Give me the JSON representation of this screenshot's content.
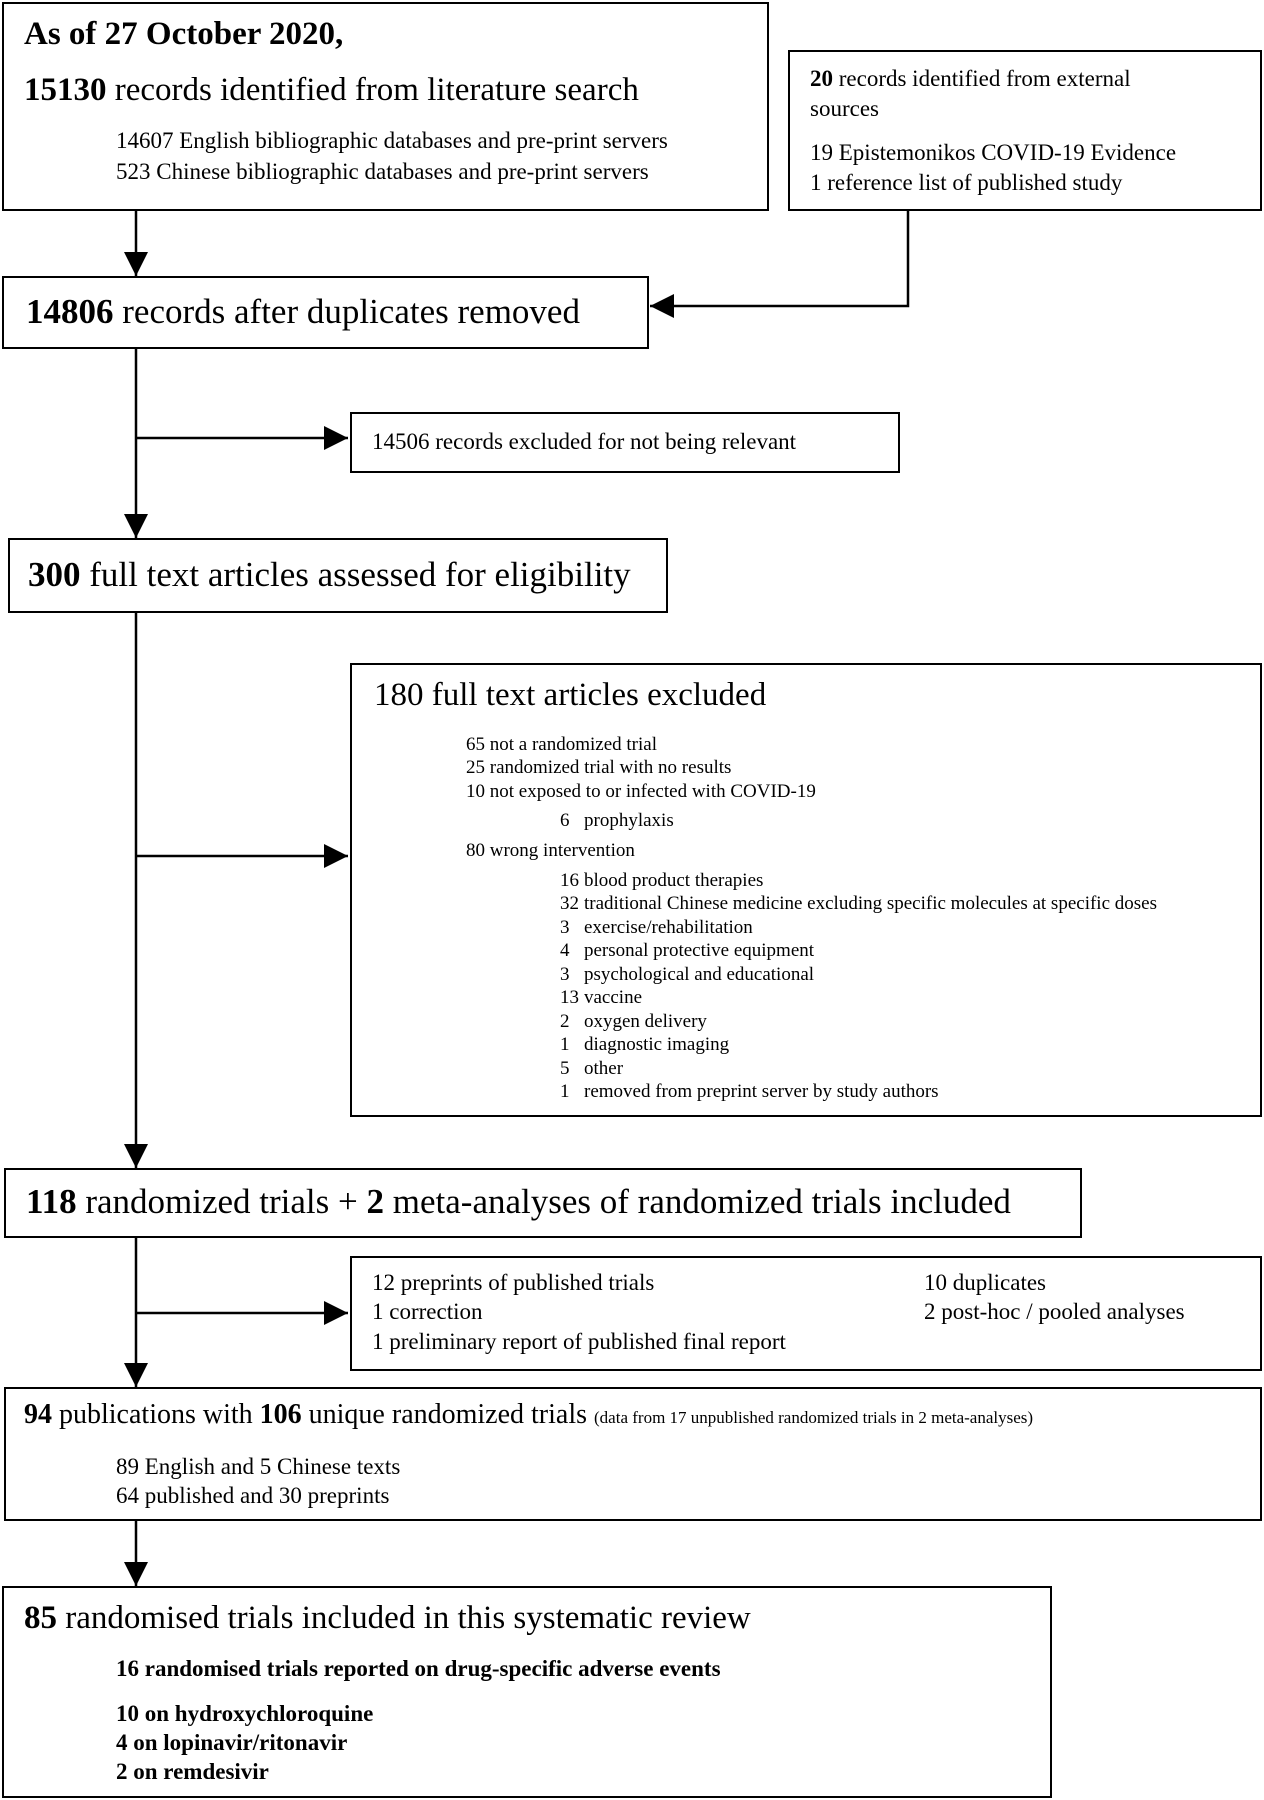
{
  "search": {
    "date_line": "As of 27 October 2020,",
    "count": "15130",
    "label": "records identified from literature search",
    "sub": [
      "14607 English bibliographic databases and pre-print servers",
      "523 Chinese bibliographic databases and pre-print servers"
    ]
  },
  "external": {
    "count": "20",
    "label_1": "records identified from external",
    "label_2": "sources",
    "sub": [
      "19 Epistemonikos COVID-19 Evidence",
      "1 reference list of published study"
    ]
  },
  "dedup": {
    "count": "14806",
    "label": "records after duplicates removed"
  },
  "excluded_records": {
    "text": "14506 records excluded for not being relevant"
  },
  "fulltext": {
    "count": "300",
    "label": "full text articles assessed for eligibility"
  },
  "fulltext_excluded": {
    "title": "180 full text articles excluded",
    "reasons": [
      "65 not a randomized trial",
      "25 randomized trial with no results",
      "10 not exposed to or infected with COVID-19"
    ],
    "prophylaxis": {
      "n": "6",
      "label": "prophylaxis"
    },
    "wrong_intervention": "80 wrong intervention",
    "interventions": [
      {
        "n": "16",
        "label": "blood product therapies"
      },
      {
        "n": "32",
        "label": "traditional Chinese medicine excluding specific molecules at specific doses"
      },
      {
        "n": "3",
        "label": "exercise/rehabilitation"
      },
      {
        "n": "4",
        "label": "personal protective equipment"
      },
      {
        "n": "3",
        "label": "psychological and educational"
      },
      {
        "n": "13",
        "label": "vaccine"
      },
      {
        "n": "2",
        "label": "oxygen delivery"
      },
      {
        "n": "1",
        "label": "diagnostic imaging"
      },
      {
        "n": "5",
        "label": "other"
      },
      {
        "n": "1",
        "label": "removed from preprint server by study authors"
      }
    ]
  },
  "included": {
    "count_a": "118",
    "label_a": "randomized trials +",
    "count_b": "2",
    "label_b": "meta-analyses of randomized trials included"
  },
  "duplicates": {
    "left": [
      "12 preprints of published trials",
      "1 correction",
      "1 preliminary report of published final report"
    ],
    "right": [
      "10 duplicates",
      "2 post-hoc / pooled analyses"
    ]
  },
  "publications": {
    "count_a": "94",
    "label_a": "publications with",
    "count_b": "106",
    "label_b": "unique randomized trials",
    "note": "(data from 17 unpublished randomized trials in 2 meta-analyses)",
    "sub": [
      "89 English and 5 Chinese texts",
      "64 published and 30 preprints"
    ]
  },
  "review": {
    "count": "85",
    "label": "randomised trials included in this systematic review",
    "headline": "16 randomised trials reported on drug-specific adverse events",
    "drugs": [
      "10 on hydroxychloroquine",
      "4 on lopinavir/ritonavir",
      "2 on remdesivir"
    ]
  }
}
